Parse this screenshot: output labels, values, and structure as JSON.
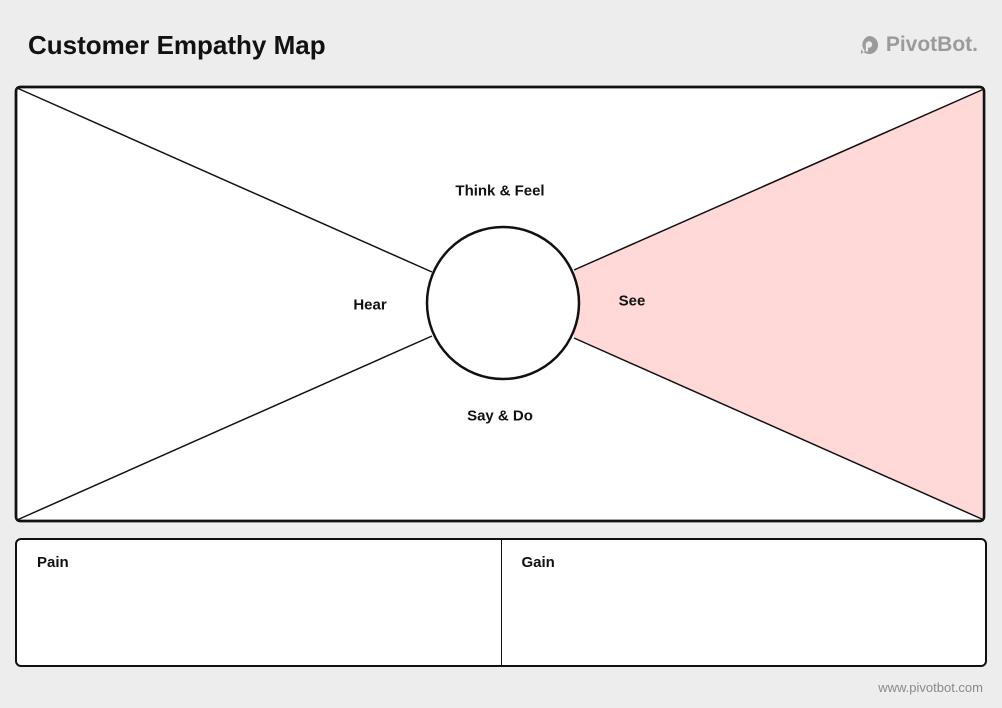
{
  "page": {
    "title": "Customer Empathy Map",
    "brand_name": "PivotBot.",
    "footer_url": "www.pivotbot.com"
  },
  "map": {
    "think_feel_label": "Think & Feel",
    "hear_label": "Hear",
    "see_label": "See",
    "say_do_label": "Say & Do",
    "highlighted_section": "See",
    "highlight_color": "#ffd8d8"
  },
  "bottom": {
    "pain_label": "Pain",
    "gain_label": "Gain"
  },
  "colors": {
    "background": "#ededed",
    "stroke": "#111111",
    "brand_gray": "#9b9b9b"
  }
}
